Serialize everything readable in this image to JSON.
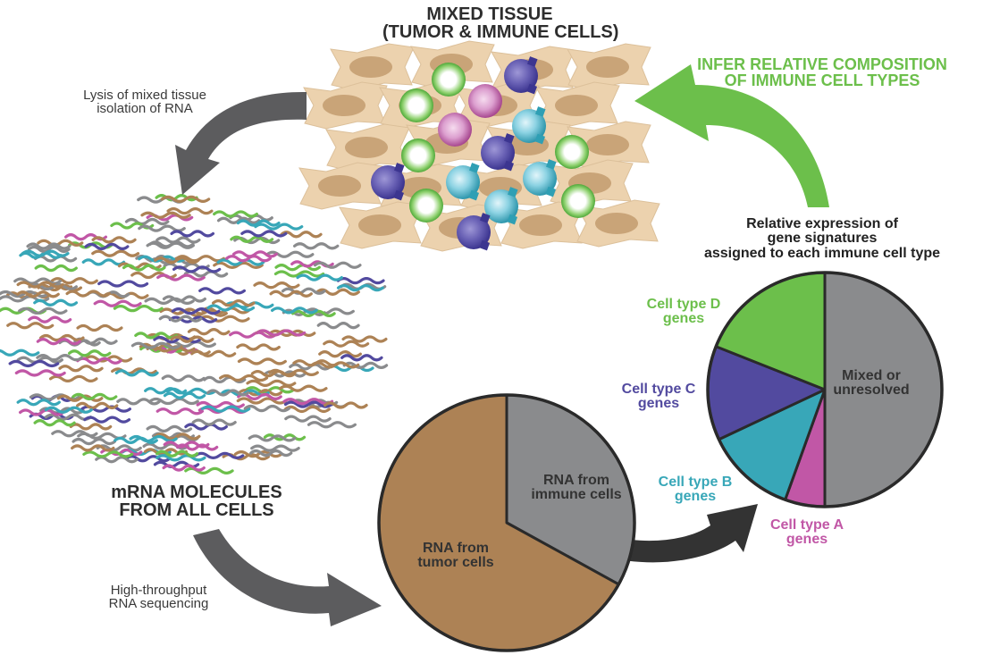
{
  "title": "Immune cell deconvolution workflow",
  "colors": {
    "tumor": "#ad8255",
    "gray_rna": "#8a8b8d",
    "cell_a": "#c157a6",
    "cell_b": "#38a7b8",
    "cell_c": "#524a9f",
    "cell_d": "#6cbf4b",
    "arrow_gray": "#5c5c5e",
    "arrow_dark": "#333333",
    "tissue_cell": "#ecd2ae",
    "tissue_nucleus": "#c9a478"
  },
  "tissue": {
    "heading_line1": "MIXED TISSUE",
    "heading_line2": "(TUMOR & IMMUNE CELLS)"
  },
  "step_lysis": {
    "line1": "Lysis of mixed tissue",
    "line2": "isolation of RNA"
  },
  "mrna": {
    "heading_line1": "mRNA MOLECULES",
    "heading_line2": "FROM ALL CELLS"
  },
  "step_sequencing": {
    "line1": "High-throughput",
    "line2": "RNA sequencing"
  },
  "infer": {
    "line1": "INFER RELATIVE COMPOSITION",
    "line2": "OF IMMUNE CELL TYPES"
  },
  "signature_heading": {
    "line1": "Relative expression of",
    "line2": "gene signatures",
    "line3": "assigned to each immune cell type"
  },
  "chart_data": [
    {
      "type": "pie",
      "title": "",
      "slices": [
        {
          "label": "RNA from immune cells",
          "value": 33,
          "color": "#8a8b8d"
        },
        {
          "label": "RNA from tumor cells",
          "value": 67,
          "color": "#ad8255"
        }
      ]
    },
    {
      "type": "pie",
      "title": "Relative expression of gene signatures assigned to each immune cell type",
      "slices": [
        {
          "label": "Mixed or unresolved",
          "value": 50,
          "color": "#8a8b8d"
        },
        {
          "label": "Cell type A genes",
          "value": 5.5,
          "color": "#c157a6"
        },
        {
          "label": "Cell type B genes",
          "value": 12.5,
          "color": "#38a7b8"
        },
        {
          "label": "Cell type C genes",
          "value": 13,
          "color": "#524a9f"
        },
        {
          "label": "Cell type D genes",
          "value": 19,
          "color": "#6cbf4b"
        }
      ]
    }
  ],
  "pie1_labels": {
    "immune_line1": "RNA from",
    "immune_line2": "immune cells",
    "tumor_line1": "RNA from",
    "tumor_line2": "tumor cells"
  },
  "pie2_labels": {
    "mixed_line1": "Mixed or",
    "mixed_line2": "unresolved",
    "a_line1": "Cell type A",
    "a_line2": "genes",
    "b_line1": "Cell type B",
    "b_line2": "genes",
    "c_line1": "Cell type C",
    "c_line2": "genes",
    "d_line1": "Cell type D",
    "d_line2": "genes"
  }
}
